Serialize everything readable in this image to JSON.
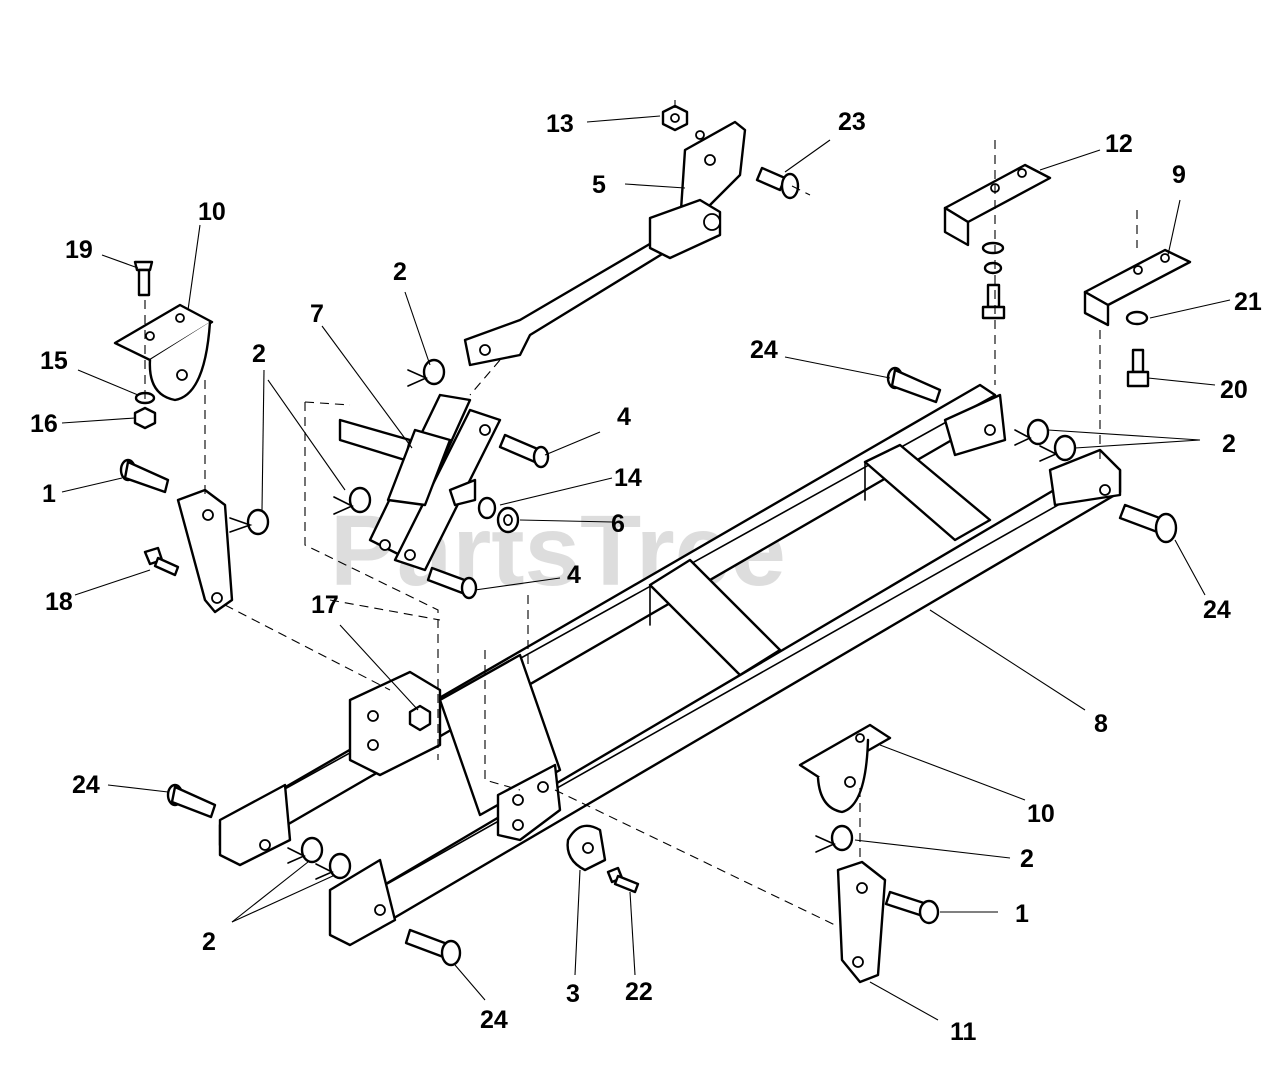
{
  "diagram": {
    "watermark": "PartsTree",
    "watermark_tm": "™",
    "callouts": {
      "c13": "13",
      "c23": "23",
      "c5": "5",
      "c12": "12",
      "c9": "9",
      "c10a": "10",
      "c19": "19",
      "c2a": "2",
      "c7": "7",
      "c2b": "2",
      "c15": "15",
      "c16": "16",
      "c1a": "1",
      "c18": "18",
      "c24a": "24",
      "c4a": "4",
      "c14": "14",
      "c6": "6",
      "c4b": "4",
      "c2c": "2",
      "c21": "21",
      "c20": "20",
      "c24b": "24",
      "c8": "8",
      "c17": "17",
      "c24c": "24",
      "c10b": "10",
      "c2d": "2",
      "c1b": "1",
      "c2e": "2",
      "c3": "3",
      "c22": "22",
      "c24d": "24",
      "c11": "11"
    }
  }
}
